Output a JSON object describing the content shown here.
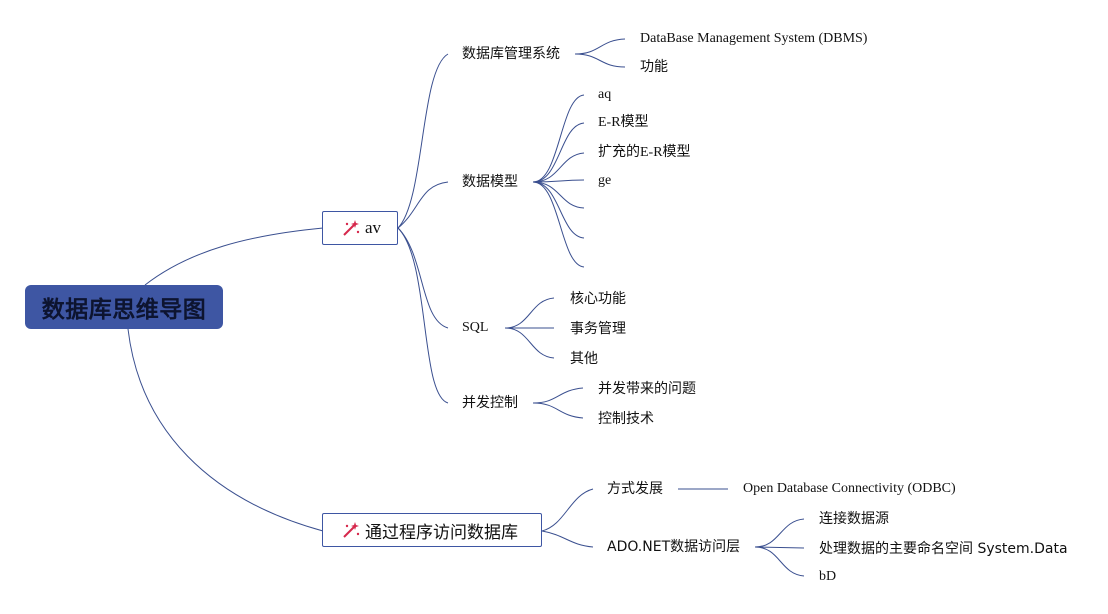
{
  "root": {
    "label": "数据库思维导图"
  },
  "branches": [
    {
      "label": "av",
      "children": [
        {
          "label": "数据库管理系统",
          "children": [
            "DataBase Management System (DBMS)",
            "功能"
          ]
        },
        {
          "label": "数据模型",
          "children": [
            "aq",
            "E-R模型",
            "扩充的E-R模型",
            "ge",
            "",
            "",
            ""
          ]
        },
        {
          "label": "SQL",
          "children": [
            "核心功能",
            "事务管理",
            "其他"
          ]
        },
        {
          "label": "并发控制",
          "children": [
            "并发带来的问题",
            "控制技术"
          ]
        }
      ]
    },
    {
      "label": "通过程序访问数据库",
      "children": [
        {
          "label": "方式发展",
          "children": [
            "Open Database Connectivity (ODBC)"
          ]
        },
        {
          "label": "ADO.NET数据访问层",
          "children": [
            "连接数据源",
            "处理数据的主要命名空间 System.Data",
            "bD"
          ]
        }
      ]
    }
  ],
  "colors": {
    "root_fill": "#3e56a3",
    "line": "#3a4f8f",
    "icon": "#d6284c"
  },
  "icons": {
    "branch": "magic-wand-icon"
  }
}
